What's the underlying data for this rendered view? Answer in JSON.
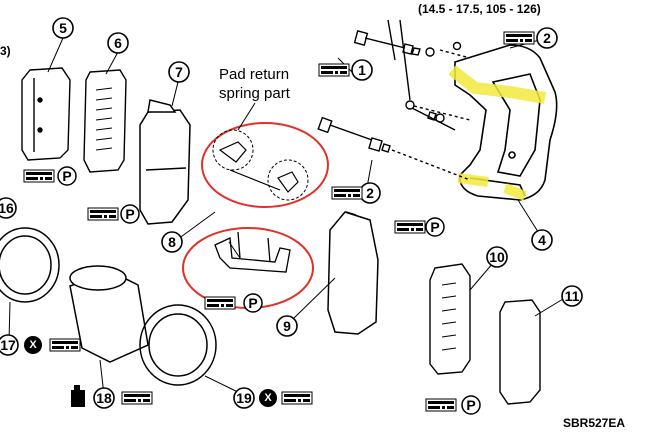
{
  "torque_spec_top": "(14.5 - 17.5, 105 - 126)",
  "torque_spec_left_fragment": "3)",
  "pad_return_spring_label_line1": "Pad return",
  "pad_return_spring_label_line2": "spring part",
  "figure_code": "SBR527EA",
  "callouts": {
    "c1": "1",
    "c2": "2",
    "c2b": "2",
    "c4": "4",
    "c5": "5",
    "c6": "6",
    "c7": "7",
    "c8": "8",
    "c9": "9",
    "c10": "10",
    "c11": "11",
    "c16": "16",
    "c17": "17",
    "c18": "18",
    "c19": "19"
  },
  "symbols": {
    "grease_p": "P",
    "do_not_reuse": "X"
  },
  "colors": {
    "highlight": "#f2ea3c",
    "circle_markup": "#e0312a",
    "line": "#000000"
  },
  "icons": [
    "torque-wrench-icon",
    "grease-p-icon",
    "do-not-reuse-icon",
    "fluid-can-icon"
  ]
}
